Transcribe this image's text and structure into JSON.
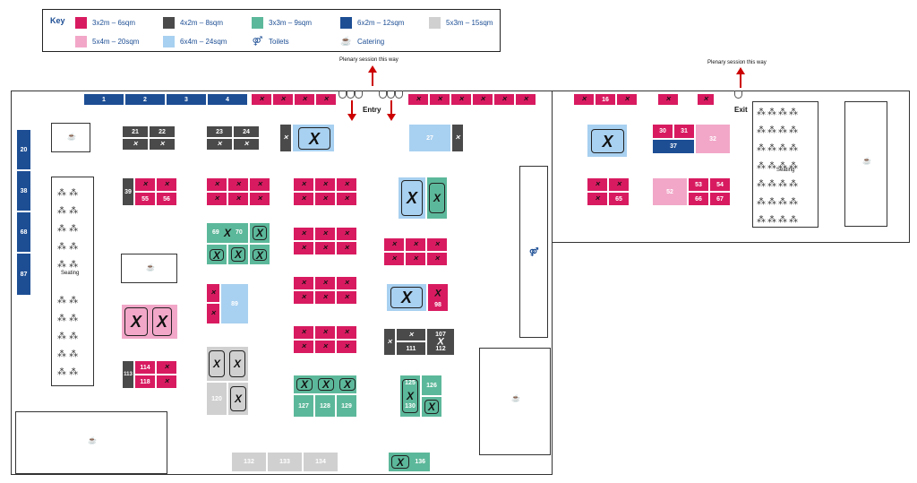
{
  "colors": {
    "pink": "#d81b60",
    "dark": "#4a4a4a",
    "teal": "#5cb89a",
    "blue": "#1d4e94",
    "grey": "#d0d0d0",
    "lightpink": "#f2a7c8",
    "lightblue": "#a8d0f0"
  },
  "key": {
    "title": "Key",
    "items": [
      {
        "label": "3x2m – 6sqm",
        "color": "#d81b60"
      },
      {
        "label": "4x2m – 8sqm",
        "color": "#4a4a4a"
      },
      {
        "label": "3x3m – 9sqm",
        "color": "#5cb89a"
      },
      {
        "label": "6x2m – 12sqm",
        "color": "#1d4e94"
      },
      {
        "label": "5x3m – 15sqm",
        "color": "#d0d0d0"
      },
      {
        "label": "5x4m – 20sqm",
        "color": "#f2a7c8"
      },
      {
        "label": "6x4m – 24sqm",
        "color": "#a8d0f0"
      },
      {
        "label": "Toilets",
        "icon": "toilets-icon"
      },
      {
        "label": "Catering",
        "icon": "catering-icon"
      }
    ]
  },
  "signs": {
    "plenary_left": "Plenary session this way",
    "plenary_right": "Plenary session this way",
    "entry": "Entry",
    "exit": "Exit",
    "seating_left": "Seating",
    "seating_right": "Seating"
  },
  "stands": {
    "s1": "1",
    "s2": "2",
    "s3": "3",
    "s4": "4",
    "s20": "20",
    "s38": "38",
    "s68": "68",
    "s87": "87",
    "s21": "21",
    "s22": "22",
    "s23": "23",
    "s24": "24",
    "s27": "27",
    "s30": "30",
    "s31": "31",
    "s32": "32",
    "s37": "37",
    "s39": "39",
    "s52": "52",
    "s53": "53",
    "s54": "54",
    "s55": "55",
    "s56": "56",
    "s65": "65",
    "s66": "66",
    "s67": "67",
    "s69": "69",
    "s70": "70",
    "s89": "89",
    "s98": "98",
    "s107": "107",
    "s111": "111",
    "s112": "112",
    "s113": "113",
    "s114": "114",
    "s118": "118",
    "s120": "120",
    "s125": "125",
    "s126": "126",
    "s127": "127",
    "s128": "128",
    "s129": "129",
    "s130": "130",
    "s132": "132",
    "s133": "133",
    "s134": "134",
    "s136": "136",
    "s16": "16"
  }
}
